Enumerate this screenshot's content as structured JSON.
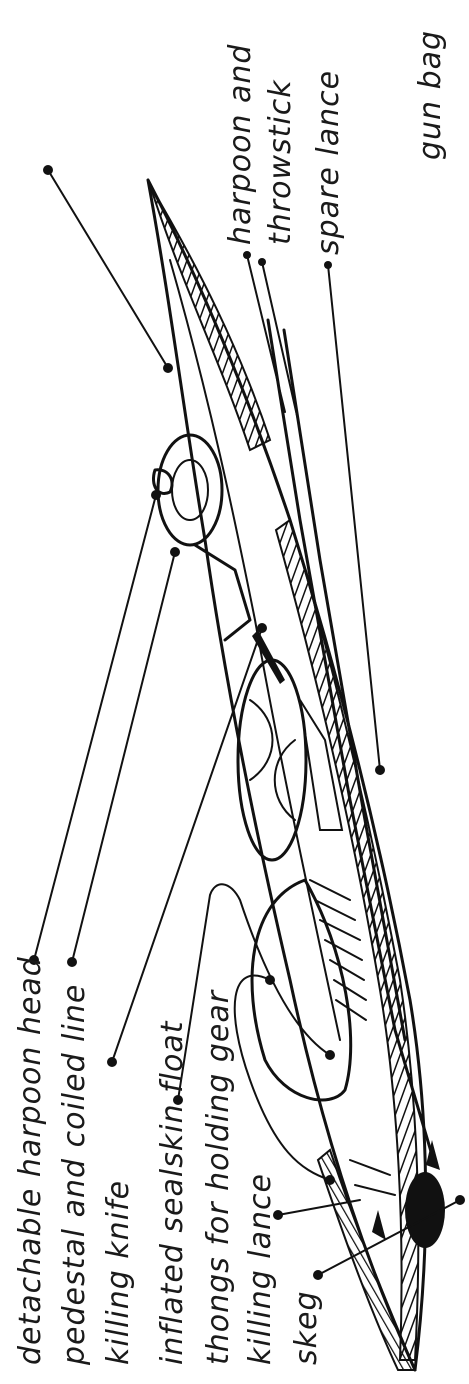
{
  "diagram": {
    "labels": {
      "detachable_harpoon_head": "detachable harpoon head",
      "pedestal_and_coiled_line": "pedestal and coiled line",
      "killing_knife": "killing knife",
      "inflated_sealskin_float": "inflated sealskin float",
      "thongs_for_holding_gear": "thongs for holding gear",
      "killing_lance": "killing lance",
      "skeg": "skeg",
      "gun_bag": "gun bag",
      "harpoon_and": "harpoon and",
      "throwstick": "throwstick",
      "spare_lance": "spare lance"
    }
  }
}
